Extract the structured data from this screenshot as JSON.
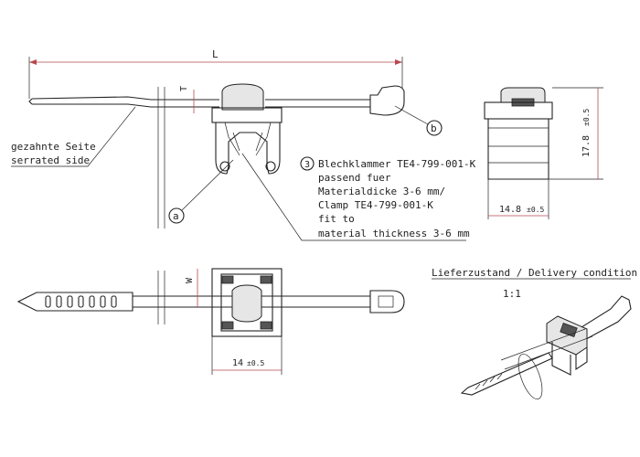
{
  "dimensions": {
    "length": "L",
    "thickness": "T",
    "width": "W",
    "height": "17.8",
    "height_tol": "±0.5",
    "side_width": "14.8",
    "side_width_tol": "±0.5",
    "bottom_width": "14",
    "bottom_width_tol": "±0.5"
  },
  "labels": {
    "serrated_de": "gezahnte Seite",
    "serrated_en": "serrated side",
    "callout_a": "a",
    "callout_b": "b",
    "clamp_number": "3",
    "clamp_line1": "Blechklammer TE4-799-001-K",
    "clamp_line2": "passend fuer",
    "clamp_line3": "Materialdicke 3-6 mm/",
    "clamp_line4": "Clamp TE4-799-001-K",
    "clamp_line5": "fit to",
    "clamp_line6": "material thickness 3-6 mm",
    "delivery_title": "Lieferzustand / Delivery condition",
    "delivery_scale": "1:1"
  }
}
